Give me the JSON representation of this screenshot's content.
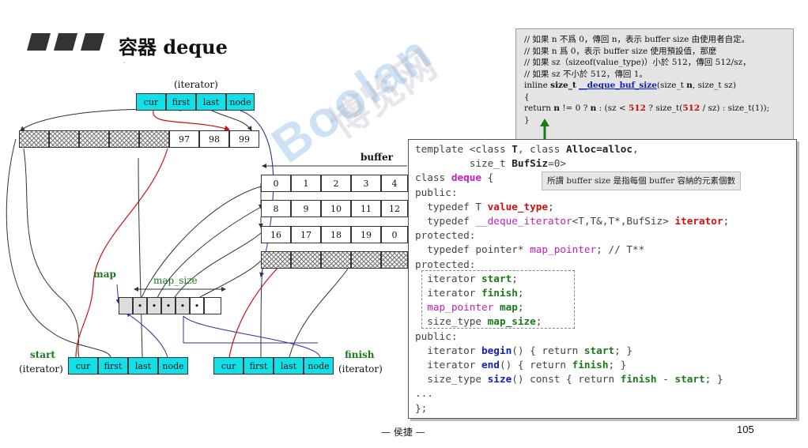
{
  "slide": {
    "title": "容器 deque",
    "footer_author": "— 侯捷 —",
    "page_number": "105",
    "watermark": "Boolan",
    "watermark_cn": "博览网"
  },
  "diagram": {
    "iterator_label": "(iterator)",
    "iter_fields": [
      "cur",
      "first",
      "last",
      "node"
    ],
    "top_buffer_values": [
      "97",
      "98",
      "99"
    ],
    "buffer_label": "buffer",
    "buffer_rows": [
      [
        "0",
        "1",
        "2",
        "3",
        "4"
      ],
      [
        "8",
        "9",
        "10",
        "11",
        "12"
      ],
      [
        "16",
        "17",
        "18",
        "19",
        "0"
      ]
    ],
    "map_label": "map",
    "map_size_label": "map_size",
    "start_label": "start",
    "start_sub": "(iterator)",
    "finish_label": "finish",
    "finish_sub": "(iterator)"
  },
  "note": {
    "lines": [
      "// 如果 n 不爲 0，傳回 n，表示 buffer size 由使用者自定。",
      "// 如果 n 爲 0，表示 buffer size 使用預設值，那麼",
      "//    如果 sz（sizeof(value_type)）小於 512，傳回 512/sz，",
      "//    如果 sz 不小於 512，傳回 1。"
    ],
    "sig_prefix": "inline ",
    "sig_type": "size_t",
    "sig_func": "__deque_buf_size",
    "sig_args_a": "(size_t ",
    "sig_n": "n",
    "sig_args_b": ", size_t sz)",
    "brace_open": "{",
    "ret_a": "  return ",
    "ret_n": "n",
    "ret_b": " != 0 ? ",
    "ret_n2": "n",
    "ret_c": " : (sz < ",
    "ret_512a": "512",
    "ret_d": " ? size_t(",
    "ret_512b": "512",
    "ret_e": " / sz) : size_t(1));",
    "brace_close": "}"
  },
  "code": {
    "inner_note": "所謂 buffer size 是指每個 buffer 容納的元素個數",
    "l1a": "template <class ",
    "l1b": "T",
    "l1c": ", class ",
    "l1d": "Alloc=alloc",
    "l1e": ",",
    "l2a": "         size_t ",
    "l2b": "BufSiz",
    "l2c": "=0>",
    "l3a": "class ",
    "l3b": "deque",
    "l3c": " {",
    "l4": "public:",
    "l5a": "  typedef T ",
    "l5b": "value_type",
    "l5c": ";",
    "l6a": "  typedef ",
    "l6b": "__deque_iterator",
    "l6c": "<T,T&,T*,BufSiz> ",
    "l6d": "iterator",
    "l6e": ";",
    "l7": "protected:",
    "l8a": "  typedef pointer* ",
    "l8b": "map_pointer",
    "l8c": "; // T**",
    "l9": "protected:",
    "l10a": "  iterator ",
    "l10b": "start",
    "l10c": ";",
    "l11a": "  iterator ",
    "l11b": "finish",
    "l11c": ";",
    "l12a": "  ",
    "l12b": "map_pointer",
    "l12c": " ",
    "l12d": "map",
    "l12e": ";",
    "l13a": "  size_type ",
    "l13b": "map_size",
    "l13c": ";",
    "l14": "public:",
    "l15a": "  iterator ",
    "l15b": "begin",
    "l15c": "() { return ",
    "l15d": "start",
    "l15e": "; }",
    "l16a": "  iterator ",
    "l16b": "end",
    "l16c": "() { return ",
    "l16d": "finish",
    "l16e": "; }",
    "l17a": "  size_type ",
    "l17b": "size",
    "l17c": "() const { return ",
    "l17d": "finish",
    "l17e": " - ",
    "l17f": "start",
    "l17g": "; }",
    "l18": "...",
    "l19": "};"
  }
}
